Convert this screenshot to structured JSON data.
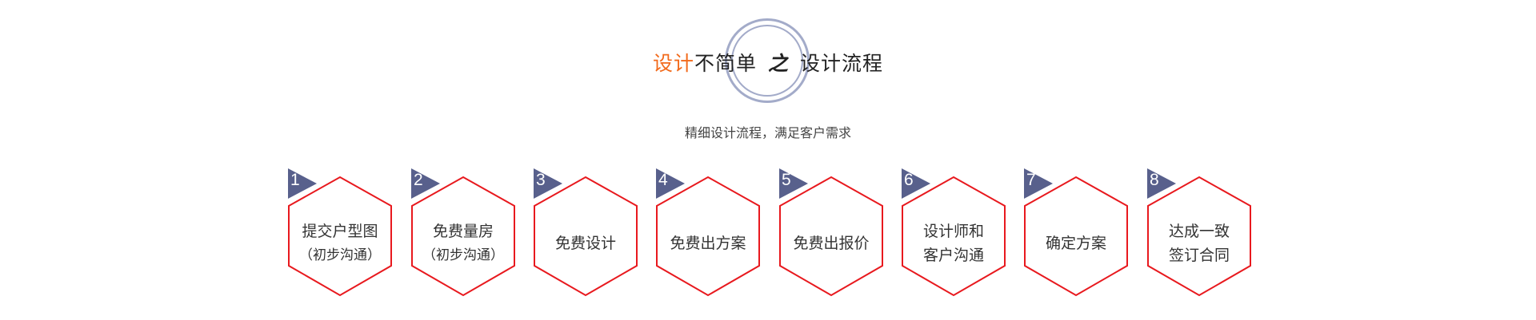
{
  "title": {
    "accent": "设计",
    "main": "不简单",
    "connector": "之",
    "tail": "设计流程"
  },
  "subtitle": "精细设计流程，满足客户需求",
  "colors": {
    "accent": "#f26a1b",
    "hex_border": "#e8191e",
    "badge": "#58608c",
    "circle": "#a3abc9"
  },
  "steps": [
    {
      "num": "1",
      "line1": "提交户型图",
      "line2": "（初步沟通）"
    },
    {
      "num": "2",
      "line1": "免费量房",
      "line2": "（初步沟通）"
    },
    {
      "num": "3",
      "line1": "免费设计",
      "line2": ""
    },
    {
      "num": "4",
      "line1": "免费出方案",
      "line2": ""
    },
    {
      "num": "5",
      "line1": "免费出报价",
      "line2": ""
    },
    {
      "num": "6",
      "line1": "设计师和",
      "line2": "客户沟通"
    },
    {
      "num": "7",
      "line1": "确定方案",
      "line2": ""
    },
    {
      "num": "8",
      "line1": "达成一致",
      "line2": "签订合同"
    }
  ]
}
